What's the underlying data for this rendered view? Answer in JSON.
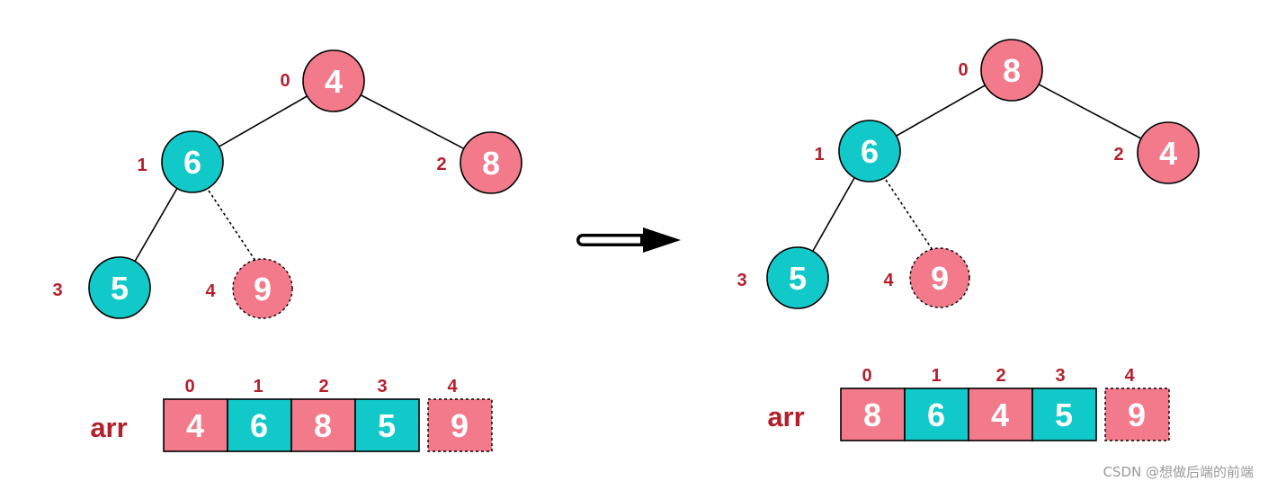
{
  "colors": {
    "pink": "#f27a8a",
    "teal": "#12c9c9",
    "index_red": "#b3202c",
    "edge": "#000000"
  },
  "diagrams": [
    {
      "nodes": [
        {
          "index": "0",
          "value": "4",
          "color": "pink"
        },
        {
          "index": "1",
          "value": "6",
          "color": "teal"
        },
        {
          "index": "2",
          "value": "8",
          "color": "pink"
        },
        {
          "index": "3",
          "value": "5",
          "color": "teal"
        },
        {
          "index": "4",
          "value": "9",
          "color": "pink",
          "dashed": true
        }
      ],
      "array": {
        "label": "arr",
        "cells": [
          {
            "index": "0",
            "value": "4",
            "color": "pink"
          },
          {
            "index": "1",
            "value": "6",
            "color": "teal"
          },
          {
            "index": "2",
            "value": "8",
            "color": "pink"
          },
          {
            "index": "3",
            "value": "5",
            "color": "teal"
          },
          {
            "index": "4",
            "value": "9",
            "color": "pink",
            "dashed": true
          }
        ]
      }
    },
    {
      "nodes": [
        {
          "index": "0",
          "value": "8",
          "color": "pink"
        },
        {
          "index": "1",
          "value": "6",
          "color": "teal"
        },
        {
          "index": "2",
          "value": "4",
          "color": "pink"
        },
        {
          "index": "3",
          "value": "5",
          "color": "teal"
        },
        {
          "index": "4",
          "value": "9",
          "color": "pink",
          "dashed": true
        }
      ],
      "array": {
        "label": "arr",
        "cells": [
          {
            "index": "0",
            "value": "8",
            "color": "pink"
          },
          {
            "index": "1",
            "value": "6",
            "color": "teal"
          },
          {
            "index": "2",
            "value": "4",
            "color": "pink"
          },
          {
            "index": "3",
            "value": "5",
            "color": "teal"
          },
          {
            "index": "4",
            "value": "9",
            "color": "pink",
            "dashed": true
          }
        ]
      }
    }
  ],
  "arrow_icon": "right-arrow-icon",
  "watermark": "CSDN @想做后端的前端"
}
